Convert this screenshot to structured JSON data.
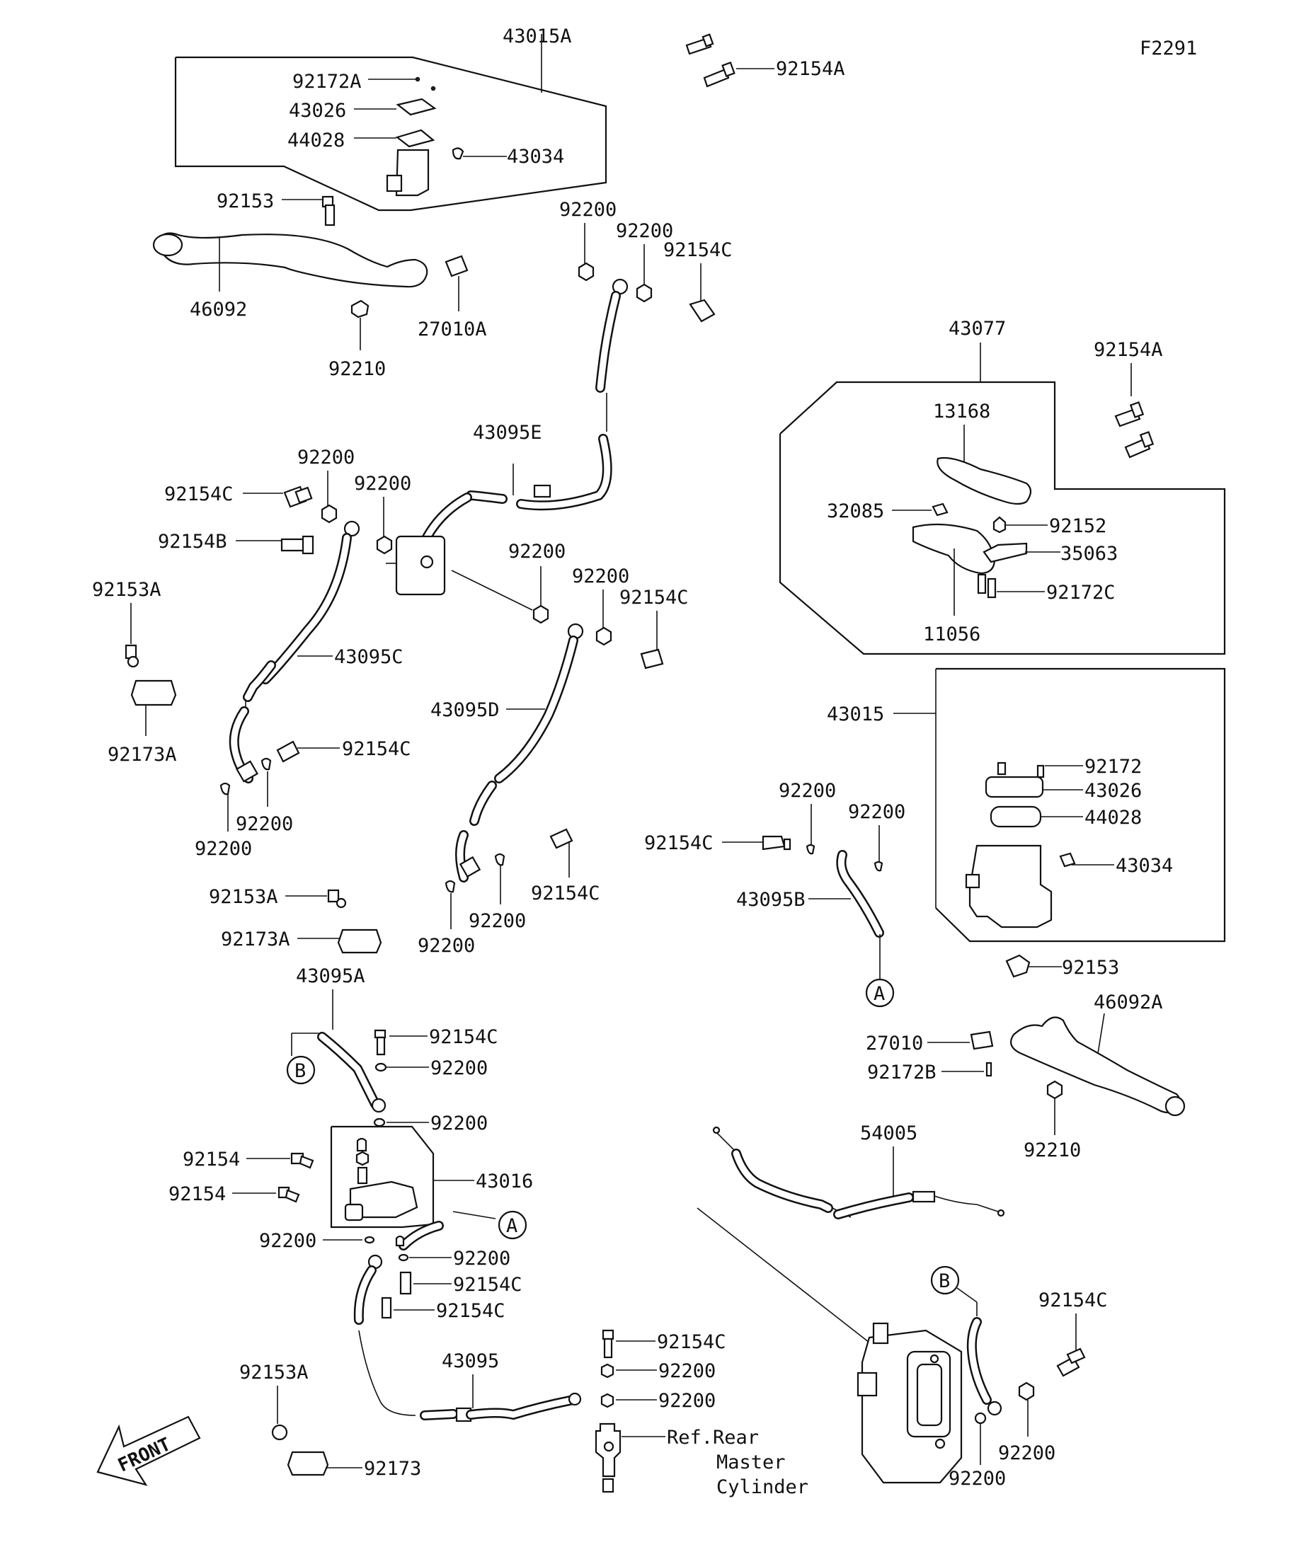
{
  "figure_code": "F2291",
  "callouts": {
    "A": "A",
    "B": "B"
  },
  "front_label": "FRONT",
  "ref_note": [
    "Ref.Rear",
    "Master",
    "Cylinder"
  ],
  "labels": {
    "l43015A": "43015A",
    "l92154A_top": "92154A",
    "l92172A": "92172A",
    "l43026_top": "43026",
    "l44028_top": "44028",
    "l43034_top": "43034",
    "l92153_top": "92153",
    "l46092": "46092",
    "l92210_left": "92210",
    "l27010A": "27010A",
    "l92200_a": "92200",
    "l92200_b": "92200",
    "l92154C_a": "92154C",
    "l43095E": "43095E",
    "l92200_c": "92200",
    "l92154C_b": "92154C",
    "l92200_d": "92200",
    "l92154B": "92154B",
    "l92200_e": "92200",
    "l92200_f": "92200",
    "l92154C_c": "92154C",
    "l92153A_a": "92153A",
    "l43095C": "43095C",
    "l43095D": "43095D",
    "l92173A_a": "92173A",
    "l92154C_d": "92154C",
    "l92200_g": "92200",
    "l92200_h": "92200",
    "l92154C_e": "92154C",
    "l92200_i": "92200",
    "l92200_j": "92200",
    "l92153A_b": "92153A",
    "l92173A_b": "92173A",
    "l43077": "43077",
    "l92154A_right": "92154A",
    "l13168": "13168",
    "l32085": "32085",
    "l92152": "92152",
    "l35063": "35063",
    "l92172C": "92172C",
    "l11056": "11056",
    "l43015": "43015",
    "l92172": "92172",
    "l43026_r": "43026",
    "l44028_r": "44028",
    "l43034_r": "43034",
    "l92200_k": "92200",
    "l92200_l": "92200",
    "l92154C_f": "92154C",
    "l43095B": "43095B",
    "l92153_r": "92153",
    "l46092A": "46092A",
    "l27010": "27010",
    "l92172B": "92172B",
    "l92210_r": "92210",
    "l43095A": "43095A",
    "l92154C_g": "92154C",
    "l92200_m": "92200",
    "l92200_n": "92200",
    "l92154_a": "92154",
    "l43016": "43016",
    "l92154_b": "92154",
    "l92200_o": "92200",
    "l92200_p": "92200",
    "l92154C_h": "92154C",
    "l92154C_i": "92154C",
    "l54005": "54005",
    "l92154C_j": "92154C",
    "l43095": "43095",
    "l92200_q": "92200",
    "l92200_r": "92200",
    "l92153A_c": "92153A",
    "l92173": "92173",
    "l92154C_k": "92154C",
    "l92200_s": "92200",
    "l92200_t": "92200"
  }
}
